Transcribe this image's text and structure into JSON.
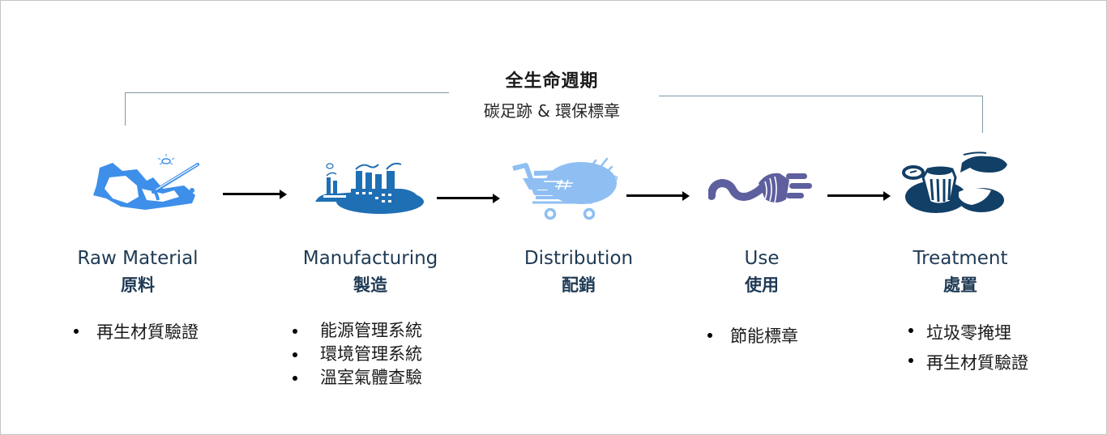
{
  "header": {
    "title": "全生命週期",
    "subtitle": "碳足跡 & 環保標章"
  },
  "stages": [
    {
      "icon": "mining-pickaxe-icon",
      "icon_color": "#3d8fea",
      "name_en": "Raw Material",
      "name_zh": "原料",
      "bullets": [
        "再生材質驗證"
      ]
    },
    {
      "icon": "factory-icon",
      "icon_color": "#1f6fb5",
      "name_en": "Manufacturing",
      "name_zh": "製造",
      "bullets": [
        "能源管理系統",
        "環境管理系統",
        "溫室氣體查驗"
      ]
    },
    {
      "icon": "shopping-cart-icon",
      "icon_color": "#8fbff2",
      "name_en": "Distribution",
      "name_zh": "配銷",
      "bullets": []
    },
    {
      "icon": "power-plug-icon",
      "icon_color": "#5e5f9e",
      "name_en": "Use",
      "name_zh": "使用",
      "bullets": [
        "節能標章"
      ]
    },
    {
      "icon": "trash-can-icon",
      "icon_color": "#123f66",
      "name_en": "Treatment",
      "name_zh": "處置",
      "bullets": [
        "垃圾零掩埋",
        "再生材質驗證"
      ]
    }
  ],
  "colors": {
    "bracket": "#7f9aa8",
    "stage_text": "#1f3a54",
    "arrow": "#000000"
  }
}
